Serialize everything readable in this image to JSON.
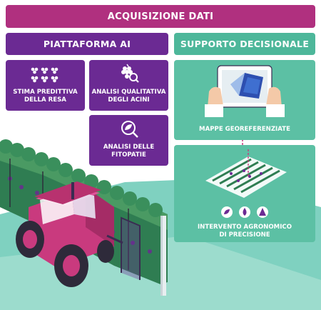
{
  "colors": {
    "purple": "#6b2a93",
    "purple_dark": "#4f1a75",
    "banner": "#b0307f",
    "green": "#4db79a",
    "green_light": "#5cc0a4",
    "magenta": "#c93a7e"
  },
  "banner": {
    "title": "ACQUISIZIONE DATI"
  },
  "platform": {
    "title": "PIATTAFORMA AI",
    "cards": [
      {
        "label": "STIMA PREDITTIVA\nDELLA RESA",
        "icon": "grape-grid-icon"
      },
      {
        "label": "ANALISI QUALITATIVA\nDEGLI ACINI",
        "icon": "grape-cluster-search-icon"
      },
      {
        "label": "ANALISI DELLE\nFITOPATIE",
        "icon": "leaf-search-icon"
      }
    ]
  },
  "decision": {
    "title": "SUPPORTO DECISIONALE",
    "cards": [
      {
        "label": "MAPPE GEOREFERENZIATE",
        "icon": "tablet-map-icon"
      },
      {
        "label": "INTERVENTO AGRONOMICO\nDI PRECISIONE",
        "icon": "vineyard-rows-icon"
      }
    ]
  }
}
